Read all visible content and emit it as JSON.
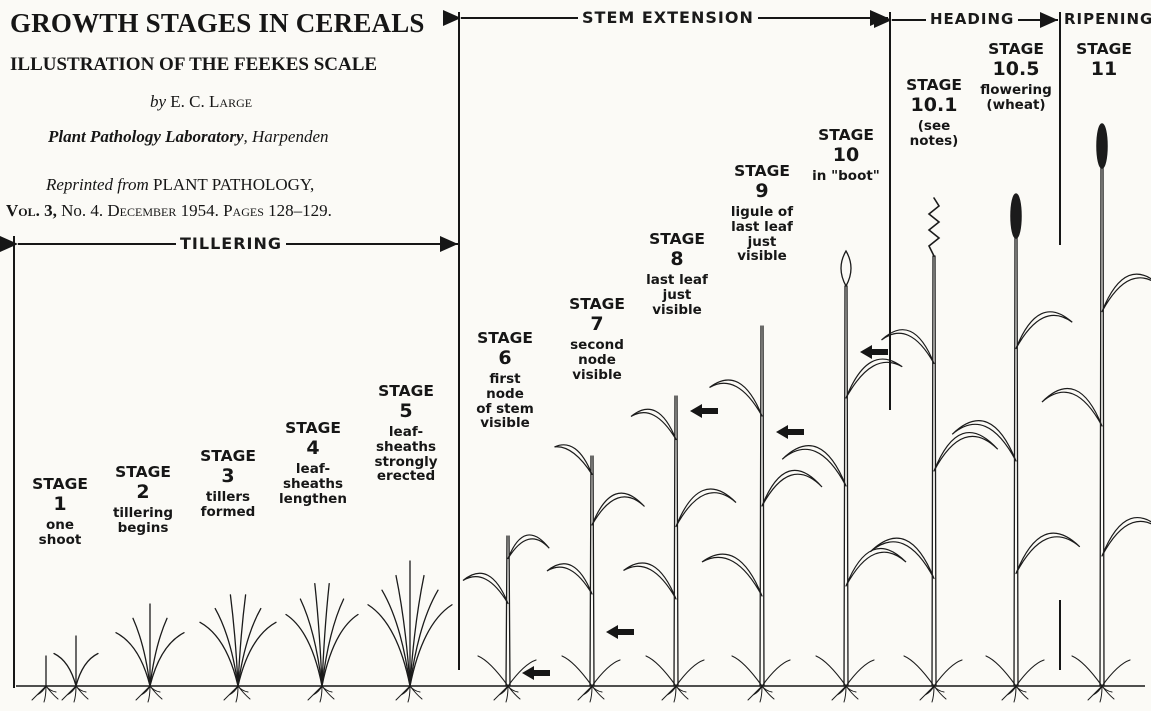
{
  "header": {
    "title": "GROWTH STAGES IN CEREALS",
    "subtitle": "ILLUSTRATION OF THE FEEKES SCALE",
    "by": "by",
    "author": "E. C. Large",
    "lab": "Plant Pathology Laboratory",
    "lab_place": ", Harpenden",
    "reprint_prefix": "Reprinted from",
    "reprint_journal": "PLANT PATHOLOGY,",
    "vol_label": "Vol. 3,",
    "issue": "No. 4.",
    "date_pages": "December 1954. Pages 128–129."
  },
  "phases": {
    "tillering": "TILLERING",
    "stem_extension": "STEM EXTENSION",
    "heading": "HEADING",
    "ripening": "RIPENING"
  },
  "stages": [
    {
      "label": "STAGE",
      "number": "1",
      "desc": [
        "one",
        "shoot"
      ]
    },
    {
      "label": "STAGE",
      "number": "2",
      "desc": [
        "tillering",
        "begins"
      ]
    },
    {
      "label": "STAGE",
      "number": "3",
      "desc": [
        "tillers",
        "formed"
      ]
    },
    {
      "label": "STAGE",
      "number": "4",
      "desc": [
        "leaf-",
        "sheaths",
        "lengthen"
      ]
    },
    {
      "label": "STAGE",
      "number": "5",
      "desc": [
        "leaf-",
        "sheaths",
        "strongly",
        "erected"
      ]
    },
    {
      "label": "STAGE",
      "number": "6",
      "desc": [
        "first",
        "node",
        "of stem",
        "visible"
      ]
    },
    {
      "label": "STAGE",
      "number": "7",
      "desc": [
        "second",
        "node",
        "visible"
      ]
    },
    {
      "label": "STAGE",
      "number": "8",
      "desc": [
        "last leaf",
        "just",
        "visible"
      ]
    },
    {
      "label": "STAGE",
      "number": "9",
      "desc": [
        "ligule of",
        "last leaf",
        "just",
        "visible"
      ]
    },
    {
      "label": "STAGE",
      "number": "10",
      "desc": [
        "in \"boot\""
      ]
    },
    {
      "label": "STAGE",
      "number": "10.1",
      "desc": [
        "(see",
        "notes)"
      ]
    },
    {
      "label": "STAGE",
      "number": "10.5",
      "desc": [
        "flowering",
        "(wheat)"
      ]
    },
    {
      "label": "STAGE",
      "number": "11",
      "desc": []
    }
  ],
  "colors": {
    "ink": "#161616",
    "paper": "#fbfaf6"
  }
}
